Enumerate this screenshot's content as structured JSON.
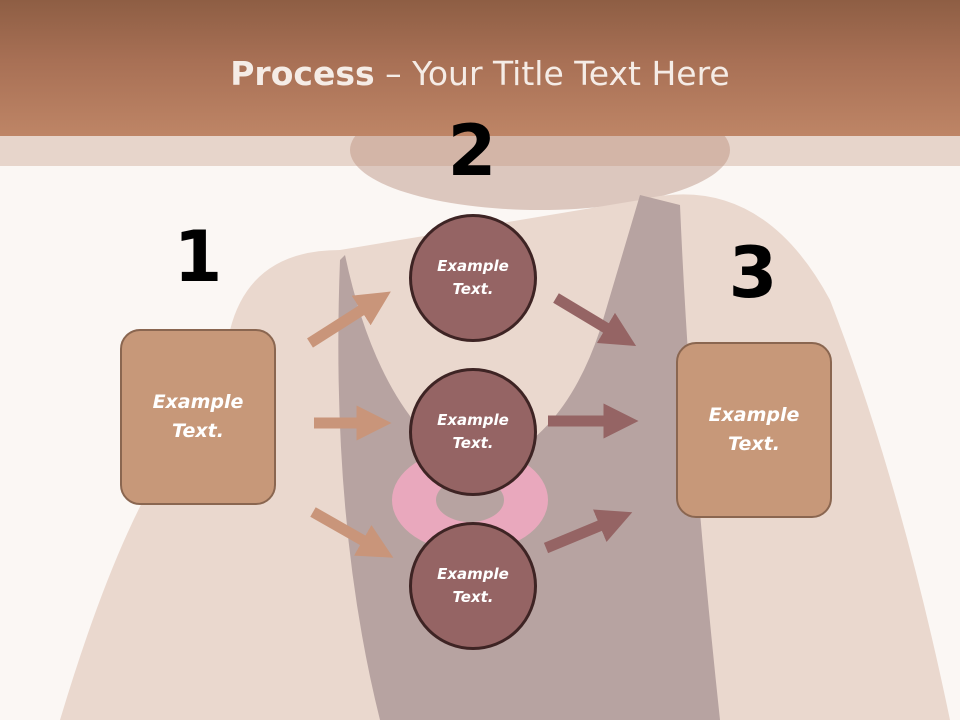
{
  "title": {
    "bold": "Process",
    "rest": " – Your Title Text Here"
  },
  "steps": [
    {
      "number": "1",
      "text": "Example\nText."
    },
    {
      "number": "2",
      "text": "Example\nText."
    },
    {
      "number": "3",
      "text": "Example\nText."
    }
  ],
  "circles": [
    {
      "text": "Example\nText."
    },
    {
      "text": "Example\nText."
    },
    {
      "text": "Example\nText."
    }
  ],
  "colors": {
    "header": "#a87055",
    "box_fill": "#c79879",
    "circle_fill": "#956464",
    "left_arrows": "#c9957a",
    "right_arrows": "#956464"
  }
}
